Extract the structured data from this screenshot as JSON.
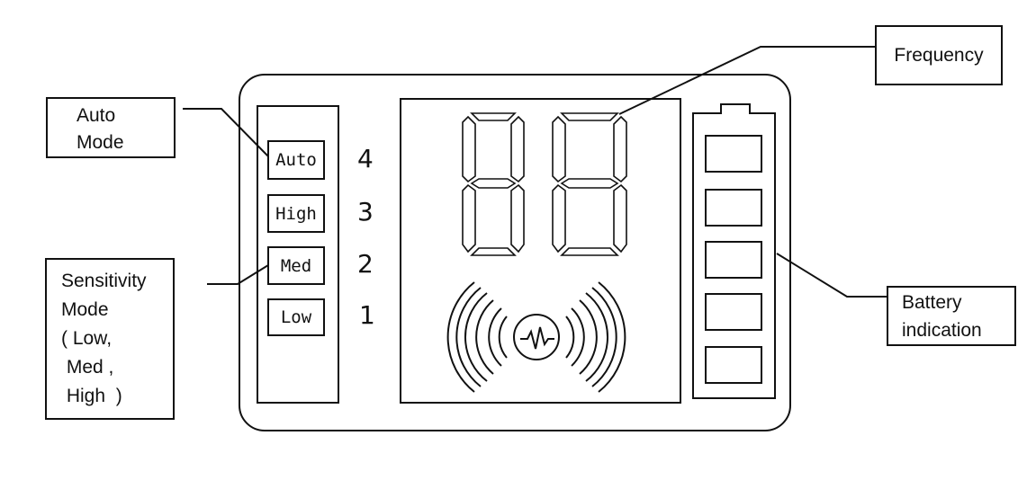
{
  "callouts": {
    "auto_mode": [
      "Auto",
      "Mode"
    ],
    "sensitivity_mode": [
      "Sensitivity",
      "Mode",
      "( Low,",
      " Med ,",
      " High  )"
    ],
    "frequency": "Frequency",
    "battery": [
      "Battery",
      "indication"
    ]
  },
  "mode_buttons": [
    {
      "label": "Auto",
      "level": "4"
    },
    {
      "label": "High",
      "level": "3"
    },
    {
      "label": "Med",
      "level": "2"
    },
    {
      "label": "Low",
      "level": "1"
    }
  ],
  "battery": {
    "cell_count": 5
  },
  "icons": {
    "signal": "vibration-signal-icon"
  }
}
